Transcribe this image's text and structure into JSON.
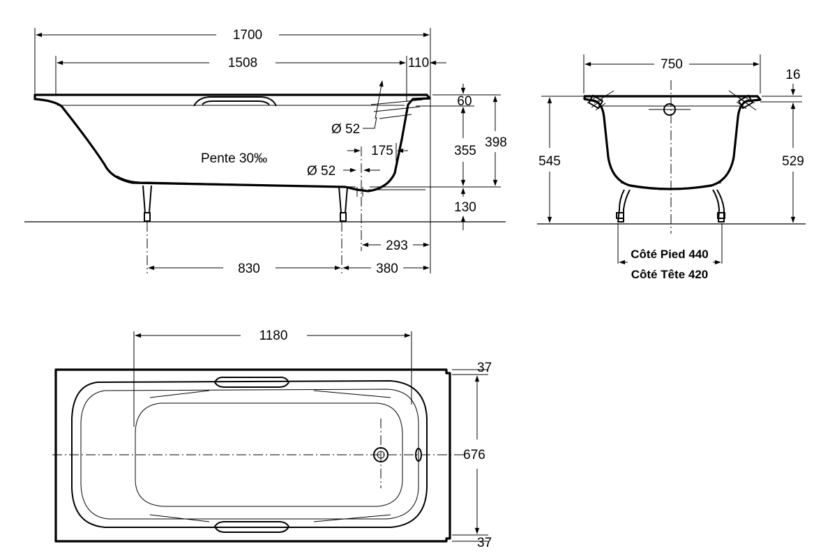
{
  "side_view": {
    "overall_length": "1700",
    "inner_length": "1508",
    "rim_end": "110",
    "rim_height": "60",
    "drain_diameter": "Ø 52",
    "overflow_diameter": "Ø 52",
    "drain_offset": "175",
    "slope": "Pente 30‰",
    "depth_inner": "355",
    "depth_total": "398",
    "floor_clearance": "130",
    "drain_to_end": "293",
    "feet_spacing": "830",
    "feet_to_end": "380"
  },
  "end_view": {
    "width": "750",
    "rim_thickness": "16",
    "total_height": "545",
    "inner_height": "529",
    "foot_side": "Côté Pied 440",
    "head_side": "Côté Tête 420"
  },
  "top_view": {
    "inner_length": "1180",
    "rim_top": "37",
    "width": "676",
    "rim_bottom": "37"
  }
}
